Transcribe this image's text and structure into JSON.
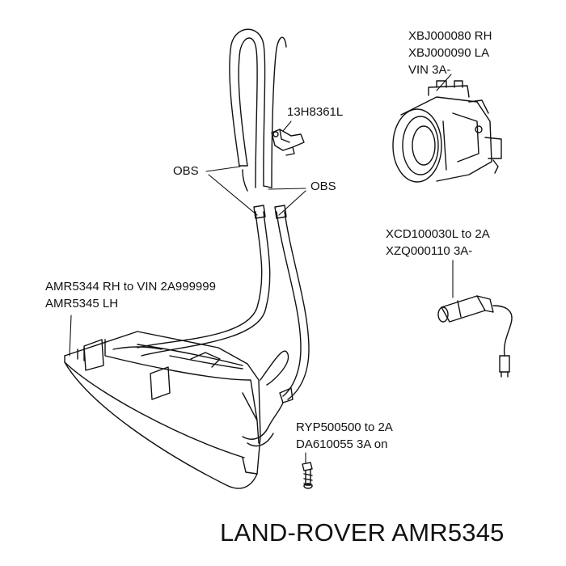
{
  "callouts": {
    "fog_lamp_unit": [
      "XBJ000080 RH",
      "XBJ000090 LA",
      "VIN 3A-"
    ],
    "clip": [
      "13H8361L"
    ],
    "obs_left": [
      "OBS"
    ],
    "obs_right": [
      "OBS"
    ],
    "bulb": [
      "XCD100030L to 2A",
      "XZQ000110 3A-"
    ],
    "headlamp": [
      "AMR5344 RH to VIN 2A999999",
      "AMR5345 LH"
    ],
    "screw": [
      "RYP500500 to 2A",
      "DA610055 3A on"
    ]
  },
  "brand_caption": "LAND-ROVER AMR5345",
  "colors": {
    "ink": "#111111",
    "background": "#ffffff"
  }
}
